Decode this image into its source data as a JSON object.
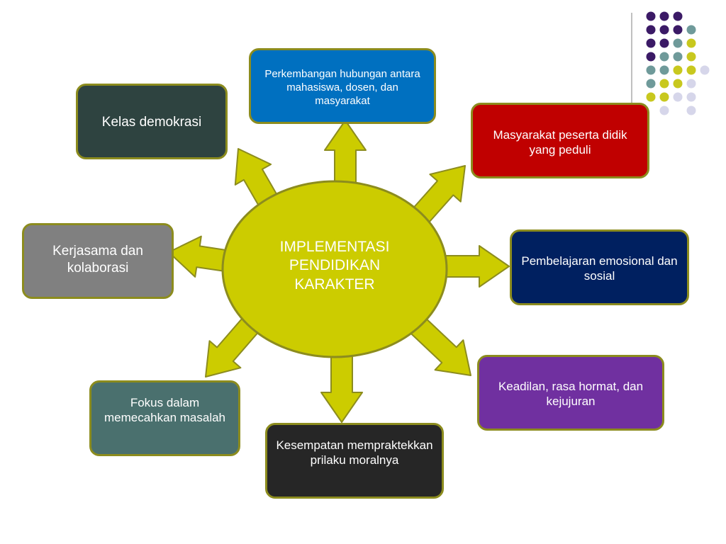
{
  "colors": {
    "accent": "#cccc00",
    "border": "#8c8c1e",
    "dot_purple": "#3b1a66",
    "dot_teal": "#6f9a9a",
    "dot_yellow": "#c8c81e",
    "dot_lavender": "#d6d6ea",
    "vertical_line": "#808080"
  },
  "center": {
    "label": "IMPLEMENTASI PENDIDIKAN KARAKTER"
  },
  "nodes": [
    {
      "label": "Perkembangan hubungan antara mahasiswa, dosen, dan masyarakat",
      "color": "#0070c0"
    },
    {
      "label": "Masyarakat peserta didik yang peduli",
      "color": "#c00000"
    },
    {
      "label": "Pembelajaran emosional dan sosial",
      "color": "#002060"
    },
    {
      "label": "Keadilan, rasa hormat, dan kejujuran",
      "color": "#7030a0"
    },
    {
      "label": "Kesempatan mempraktekkan prilaku moralnya",
      "color": "#262626"
    },
    {
      "label": "Fokus dalam memecahkan masalah",
      "color": "#4a706e"
    },
    {
      "label": "Kerjasama dan kolaborasi",
      "color": "#808080"
    },
    {
      "label": "Kelas demokrasi",
      "color": "#2e4340"
    }
  ],
  "dot_pattern": [
    [
      "purple",
      "purple",
      "purple",
      "",
      ""
    ],
    [
      "purple",
      "purple",
      "purple",
      "teal",
      ""
    ],
    [
      "purple",
      "purple",
      "teal",
      "yellow",
      ""
    ],
    [
      "purple",
      "teal",
      "teal",
      "yellow",
      ""
    ],
    [
      "teal",
      "teal",
      "yellow",
      "yellow",
      "lavender"
    ],
    [
      "teal",
      "yellow",
      "yellow",
      "lavender",
      ""
    ],
    [
      "yellow",
      "yellow",
      "lavender",
      "lavender",
      ""
    ],
    [
      "",
      "lavender",
      "",
      "lavender",
      ""
    ]
  ]
}
